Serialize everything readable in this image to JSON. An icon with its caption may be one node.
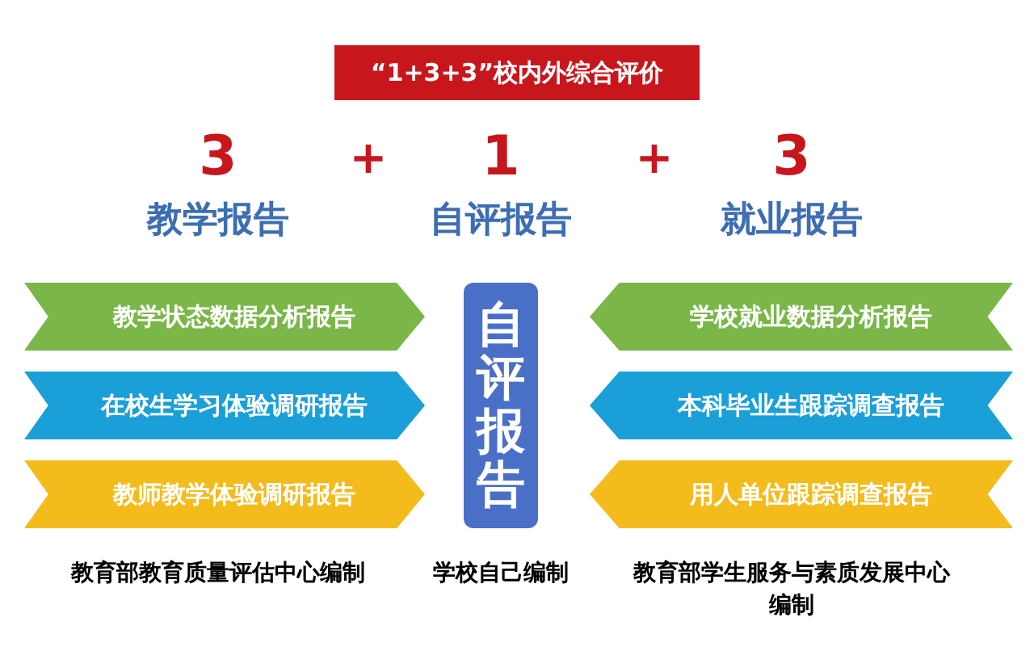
{
  "diagram": {
    "title": "“1+3+3”校内外综合评价",
    "nodes": [
      {
        "text": [
          "教学状态数据分析报告"
        ]
      },
      {
        "text": [
          "在校生学习体验调研报告"
        ]
      },
      {
        "text": [
          "教师教学体验调研报告"
        ]
      },
      {
        "text": [
          "自评报告"
        ]
      },
      {
        "text": [
          "学校就业数据分析报告"
        ]
      },
      {
        "text": [
          "本科毕业生跟踪调查报告"
        ]
      },
      {
        "text": [
          "用人单位跟踪调查报告"
        ]
      }
    ],
    "labels": [
      "3",
      "+",
      "1",
      "+",
      "3",
      "教学报告",
      "自评报告",
      "就业报告",
      "教育部教育质量评估中心编制",
      "学校自己编制",
      "教育部学生服务与素质发展中心编制"
    ]
  }
}
